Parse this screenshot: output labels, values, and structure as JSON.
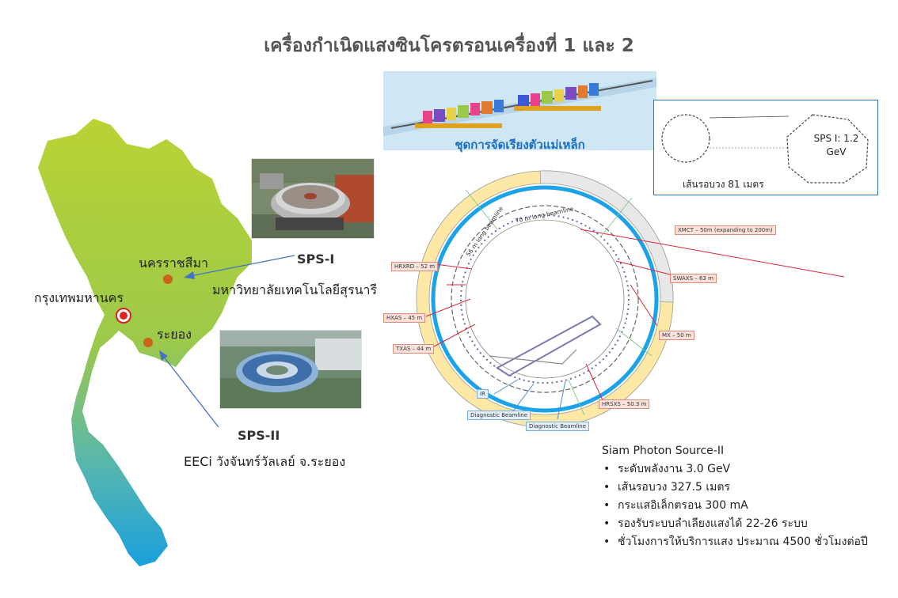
{
  "title": "เครื่องกำเนิดแสงซินโครตรอนเครื่องที่ 1 และ 2",
  "map": {
    "korat": "นครราชสีมา",
    "bangkok": "กรุงเทพมหานคร",
    "rayong": "ระยอง"
  },
  "sps1": {
    "name": "SPS-I",
    "site": "มหาวิทยาลัยเทคโนโลยีสุรนารี",
    "energy": "SPS I: 1.2 GeV",
    "circumference": "เส้นรอบวง  81 เมตร"
  },
  "sps2": {
    "name": "SPS-II",
    "site": "EECi วังจันทร์วัลเลย์ จ.ระยอง"
  },
  "magnet_caption": "ชุดการจัดเรียงตัวแม่เหล็ก",
  "ring": {
    "beamline_70": "70 m long beamline",
    "beamline_56": "56 m long beamline",
    "tags": {
      "xmct": "XMCT – 50m (expanding to 200m)",
      "swaxs": "SWAXS – 63 m",
      "mx": "MX – 50 m",
      "hrxrd": "HRXRD – 52 m",
      "hxas": "HXAS – 45 m",
      "txas": "TXAS – 44 m",
      "hrsxs": "HRSXS – 50.3 m",
      "ir": "IR",
      "diag1": "Diagnostic Beamline",
      "diag2": "Diagnostic Beamline"
    }
  },
  "spec": {
    "heading": "Siam Photon Source-II",
    "items": [
      "ระดับพลังงาน 3.0 GeV",
      "เส้นรอบวง 327.5 เมตร",
      "กระแสอิเล็กตรอน 300 mA",
      "รองรับระบบลำเลียงแสงได้ 22-26 ระบบ",
      "ชั่วโมงการให้บริการแสง ประมาณ 4500 ชั่วโมงต่อปี"
    ]
  },
  "colors": {
    "map_top": "#b9d334",
    "map_bottom": "#1aa0dd",
    "ring_blue": "#1aa3e8",
    "ring_yellow": "#fde8a6",
    "arrow_blue": "#4472c4",
    "marker": "#c9641a"
  }
}
